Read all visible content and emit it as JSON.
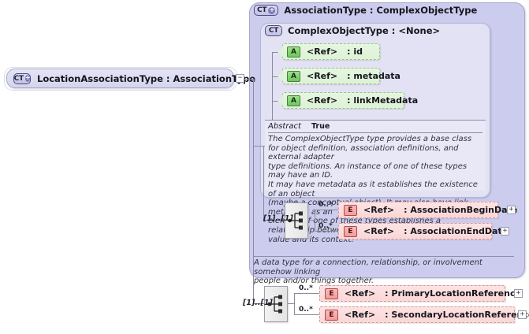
{
  "diagram": {
    "kind": "xsd-schema-diagram",
    "root": {
      "badge": "CT",
      "expander": "+",
      "label": "LocationAssociationType : AssociationType",
      "collapse_toggle": "−"
    },
    "outer_type": {
      "badge": "CT",
      "expander": "+",
      "label": "AssociationType : ComplexObjectType"
    },
    "inner_type": {
      "badge": "CT",
      "label": "ComplexObjectType : <None>"
    },
    "attributes": [
      {
        "badge": "A",
        "ref": "<Ref>",
        "name": ": id"
      },
      {
        "badge": "A",
        "ref": "<Ref>",
        "name": ": metadata"
      },
      {
        "badge": "A",
        "ref": "<Ref>",
        "name": ": linkMetadata"
      }
    ],
    "inner_doc": {
      "abstract_label": "Abstract",
      "abstract_value": "True",
      "text": "The ComplexObjectType type provides a base class\nfor object definition, association definitions, and external adapter\ntype definitions. An instance of one of these types may have an ID.\nIt may have metadata as it establishes the existence of an object\n(maybe a conceptual object). It may also have link metadata, as an\nelement of one of these types establishes a relationship between its\nvalue and its context."
    },
    "inner_sequence": {
      "icon": "sequence-icon",
      "cardinality": "[1]..[1]",
      "elements": [
        {
          "badge": "E",
          "ref": "<Ref>",
          "name": ": AssociationBeginDate",
          "occurs": "0..*",
          "expander": "+"
        },
        {
          "badge": "E",
          "ref": "<Ref>",
          "name": ": AssociationEndDate",
          "occurs": "0..*",
          "expander": "+"
        }
      ]
    },
    "outer_annotation": {
      "text": "A data type for a connection, relationship, or involvement somehow linking\npeople and/or things together."
    },
    "root_sequence": {
      "icon": "sequence-icon",
      "cardinality": "[1]..[1]",
      "elements": [
        {
          "badge": "E",
          "ref": "<Ref>",
          "name": ": PrimaryLocationReference",
          "occurs": "0..*",
          "expander": "+"
        },
        {
          "badge": "E",
          "ref": "<Ref>",
          "name": ": SecondaryLocationReference",
          "occurs": "0..*",
          "expander": "+"
        }
      ]
    },
    "colors": {
      "outer_panel": "#ccccee",
      "inner_panel": "#e2e2f4",
      "attribute": "#ddf2d6",
      "element": "#fbd7d7",
      "doc": "#e8e8f7",
      "line": "#8b8b9e"
    }
  }
}
